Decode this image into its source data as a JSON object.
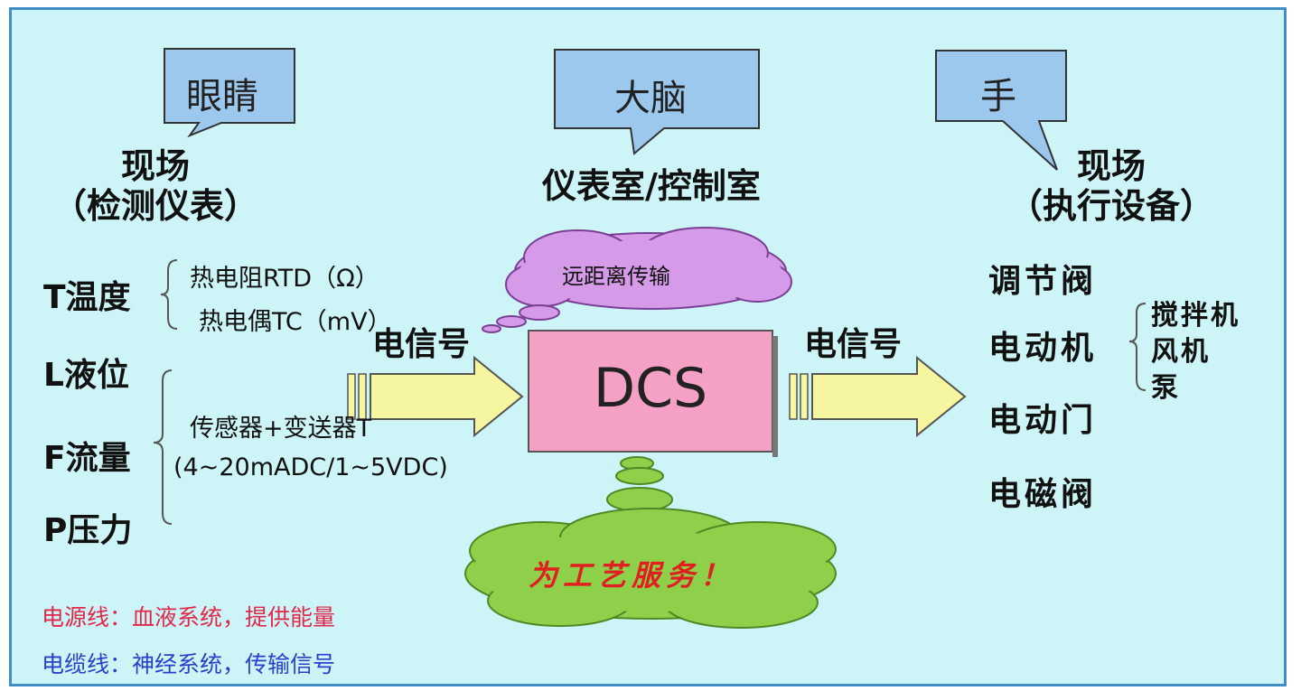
{
  "bubbles": {
    "eyes": "眼睛",
    "brain": "大脑",
    "hand": "手"
  },
  "left_header": {
    "line1": "现场",
    "line2": "（检测仪表）"
  },
  "center_header": "仪表室/控制室",
  "right_header": {
    "line1": "现场",
    "line2": "（执行设备）"
  },
  "measurements": {
    "temperature": "T温度",
    "rtd": "热电阻RTD（Ω）",
    "tc": "热电偶TC（mV）",
    "level": "L液位",
    "flow": "F流量",
    "pressure": "P压力",
    "transmitter": "传感器+变送器T",
    "range": "(4~20mADC/1~5VDC)"
  },
  "signals": {
    "left": "电信号",
    "right": "电信号"
  },
  "clouds": {
    "remote": "远距离传输",
    "service": "为工艺服务！"
  },
  "dcs": "DCS",
  "actuators": [
    "调节阀",
    "电动机",
    "电动门",
    "电磁阀"
  ],
  "motor_sub": [
    "搅拌机",
    "风机",
    "泵"
  ],
  "legend": {
    "power": "电源线：血液系统，提供能量",
    "cable": "电缆线：神经系统，传输信号"
  },
  "colors": {
    "background": "#cdf4f6",
    "bubble": "#9cc8ee",
    "dcs_box": "#f5a1c6",
    "purple_cloud": "#d59ae8",
    "green_cloud": "#8fd04a",
    "arrow": "#f6f5a0",
    "legend_power": "#e0284a",
    "legend_cable": "#2a3fd0"
  }
}
